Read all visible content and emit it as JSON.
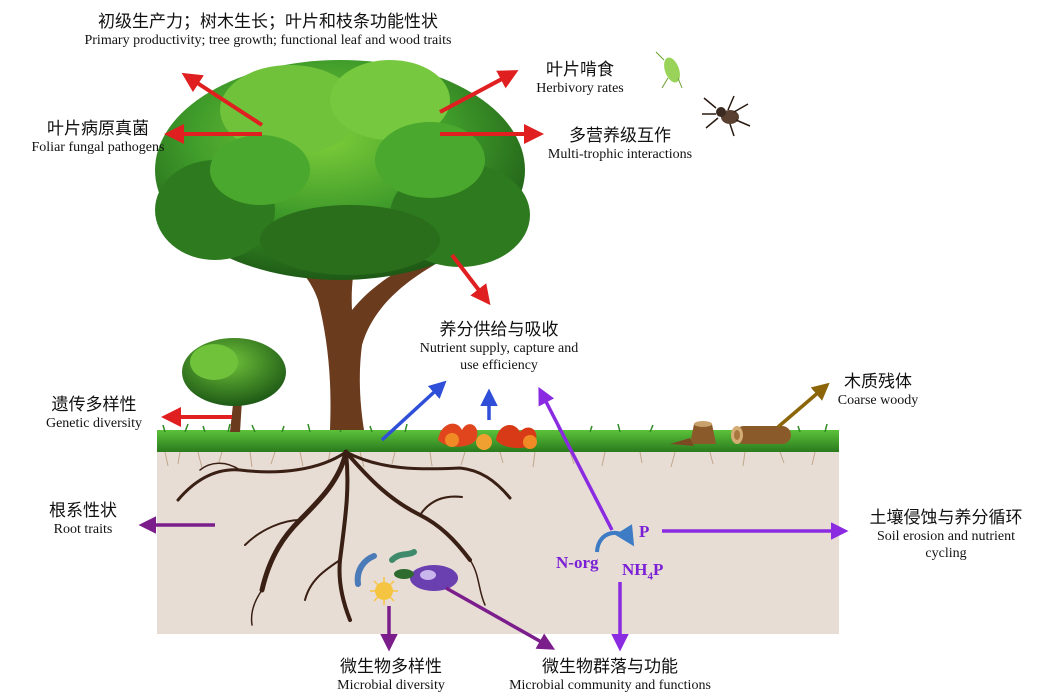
{
  "labels": {
    "primary": {
      "zh": "初级生产力；树木生长；叶片和枝条功能性状",
      "en": "Primary productivity; tree growth; functional leaf and wood traits"
    },
    "herbivory": {
      "zh": "叶片啃食",
      "en": "Herbivory rates"
    },
    "foliar": {
      "zh": "叶片病原真菌",
      "en": "Foliar fungal pathogens"
    },
    "multitrophic": {
      "zh": "多营养级互作",
      "en": "Multi-trophic interactions"
    },
    "nutrient": {
      "zh": "养分供给与吸收",
      "en1": "Nutrient supply, capture and",
      "en2": "use efficiency"
    },
    "genetic": {
      "zh": "遗传多样性",
      "en": "Genetic diversity"
    },
    "woody": {
      "zh": "木质残体",
      "en": "Coarse woody"
    },
    "root": {
      "zh": "根系性状",
      "en": "Root traits"
    },
    "soil": {
      "zh": "土壤侵蚀与养分循环",
      "en1": "Soil erosion and nutrient",
      "en2": "cycling"
    },
    "microbial_div": {
      "zh": "微生物多样性",
      "en": "Microbial diversity"
    },
    "microbial_comm": {
      "zh": "微生物群落与功能",
      "en": "Microbial community and functions"
    }
  },
  "chemistry": {
    "p": "P",
    "norg": "N-org",
    "nh4p_a": "NH",
    "nh4p_sub": "4",
    "nh4p_b": "P"
  },
  "colors": {
    "red": "#e02020",
    "purple_light": "#8a2be2",
    "purple_dark": "#7b1e8c",
    "blue": "#2f4fd8",
    "brown": "#8b6508",
    "soil": "#e8ddd4",
    "grass": "#3f9b2a"
  }
}
